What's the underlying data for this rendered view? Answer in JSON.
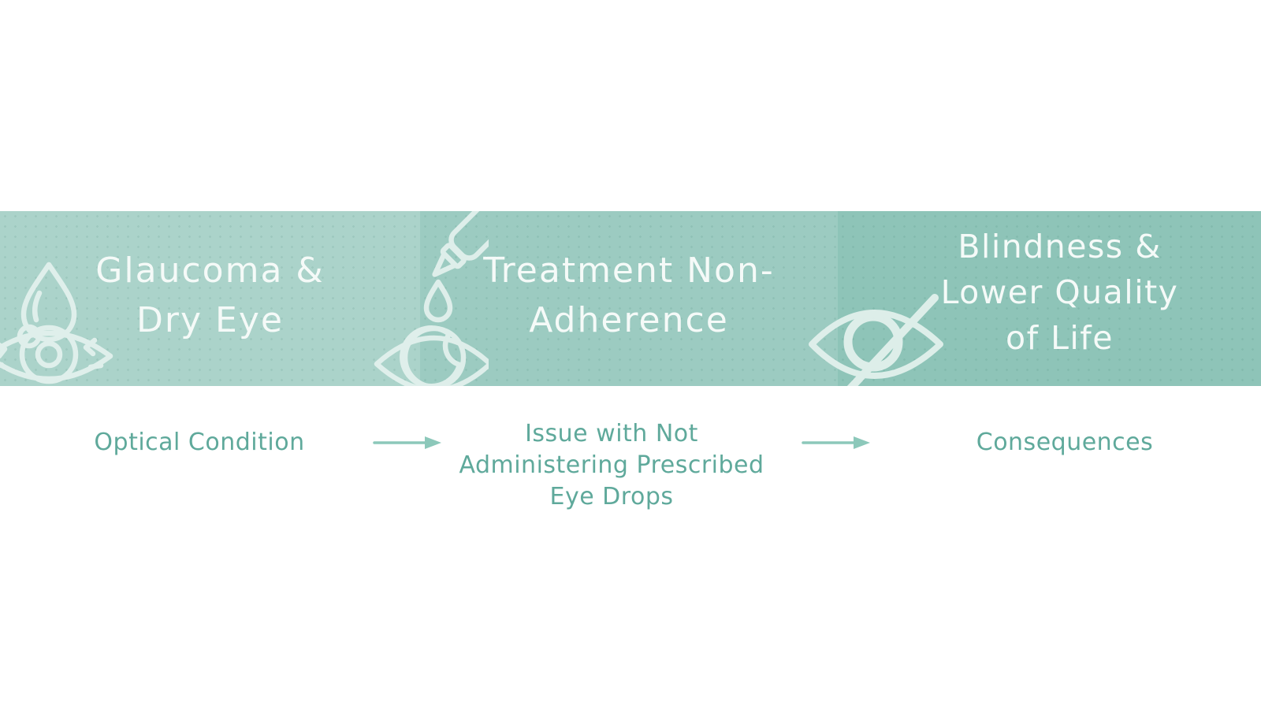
{
  "infographic": {
    "stages": {
      "stage1": {
        "title_line1": "Glaucoma &",
        "title_line2": "Dry Eye",
        "label": "Optical Condition"
      },
      "stage2": {
        "title_line1": "Treatment Non-",
        "title_line2": "Adherence",
        "label_line1": "Issue with Not",
        "label_line2": "Administering Prescribed",
        "label_line3": "Eye Drops"
      },
      "stage3": {
        "title_line1": "Blindness &",
        "title_line2": "Lower Quality",
        "title_line3": "of Life",
        "label": "Consequences"
      }
    },
    "icons": {
      "stage1": "dry-eye-with-tear-icon",
      "stage2": "eye-dropper-drop-and-eye-icon",
      "stage3": "crossed-out-eye-icon"
    }
  },
  "colors": {
    "page_bg": "#ffffff",
    "stage1_bg": "#abd3ca",
    "stage2_bg": "#9ccbc1",
    "stage3_bg": "#8ec4b8",
    "heading_text": "#f5faf8",
    "label_text": "#5fa99b",
    "arrow": "#8cc8ba",
    "icon_stroke": "#e4f2ee"
  }
}
